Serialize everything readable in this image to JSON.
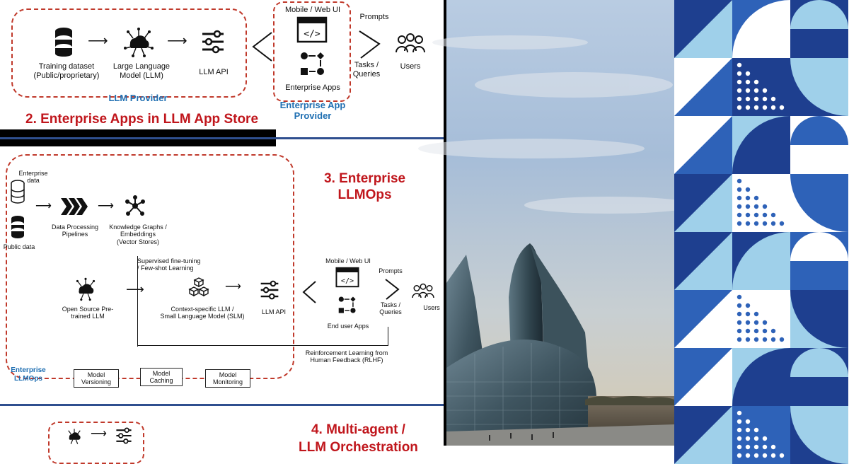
{
  "panels": {
    "diagram": {
      "section2": {
        "llm_provider": {
          "label": "LLM Provider",
          "nodes": [
            {
              "label": "Training dataset\n(Public/proprietary)",
              "icon": "database-icon"
            },
            {
              "label": "Large Language\nModel (LLM)",
              "icon": "neural-cloud-icon"
            },
            {
              "label": "LLM API",
              "icon": "sliders-icon"
            }
          ]
        },
        "app_provider": {
          "label": "Enterprise App\nProvider",
          "ui_label": "Mobile / Web UI",
          "apps_label": "Enterprise Apps"
        },
        "prompts_label": "Prompts",
        "tasks_label": "Tasks /\nQueries",
        "users_label": "Users",
        "title": "2. Enterprise Apps in LLM App Store"
      },
      "section3": {
        "title": "3. Enterprise\nLLMOps",
        "enterprise_data_label": "Enterprise\ndata",
        "public_data_label": "Public data",
        "pipelines_label": "Data Processing\nPipelines",
        "knowledge_label": "Knowledge Graphs /\nEmbeddings\n(Vector Stores)",
        "finetune_label": "Supervised fine-tuning\n/ Few-shot Learning",
        "open_source_label": "Open Source Pre-\ntrained LLM",
        "slm_label": "Context-specific LLM /\nSmall Language Model (SLM)",
        "api_label": "LLM API",
        "ui_label": "Mobile / Web UI",
        "apps_label": "End user Apps",
        "prompts_label": "Prompts",
        "tasks_label": "Tasks /\nQueries",
        "users_label": "Users",
        "rlhf_label": "Reinforcement Learning from\nHuman Feedback (RLHF)",
        "llmops_label": "Enterprise\nLLMOps",
        "boxes": [
          "Model\nVersioning",
          "Model\nCaching",
          "Model\nMonitoring"
        ]
      },
      "section4": {
        "title": "4. Multi-agent /\nLLM Orchestration"
      }
    },
    "photo": {
      "subject": "modern glass tower architecture against sky"
    },
    "pattern": {
      "colors": {
        "navy": "#1e3f8f",
        "mid_blue": "#2e62b8",
        "light_blue": "#9fd0ea",
        "white": "#ffffff"
      }
    }
  },
  "colors": {
    "title_red": "#c0161c",
    "label_blue": "#1f6fb2",
    "dash_red": "#c0392b",
    "separator_blue": "#2f4f8f"
  }
}
